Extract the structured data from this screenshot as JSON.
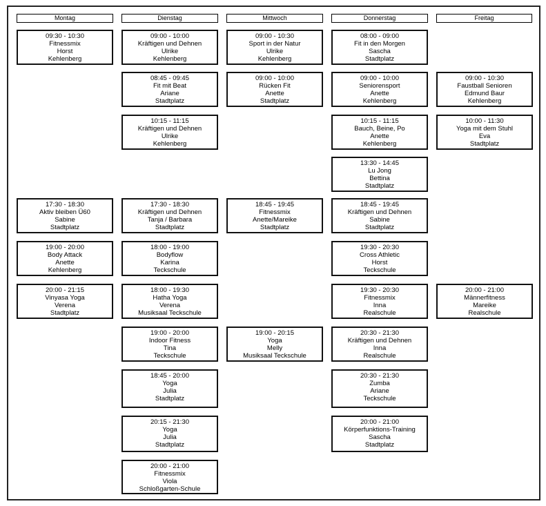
{
  "days": [
    "Montag",
    "Dienstag",
    "Mittwoch",
    "Donnerstag",
    "Freitag"
  ],
  "courses": {
    "mon_1": {
      "time": "09:30 - 10:30",
      "name": "Fitnessmix",
      "trainer": "Horst",
      "place": "Kehlenberg"
    },
    "mon_2": {
      "time": "17:30 - 18:30",
      "name": "Aktiv bleiben Ü60",
      "trainer": "Sabine",
      "place": "Stadtplatz"
    },
    "mon_3": {
      "time": "19:00 - 20:00",
      "name": "Body Attack",
      "trainer": "Anette",
      "place": "Kehlenberg"
    },
    "mon_4": {
      "time": "20:00 - 21:15",
      "name": "Vinyasa Yoga",
      "trainer": "Verena",
      "place": "Stadtplatz"
    },
    "tue_1": {
      "time": "09:00 - 10:00",
      "name": "Kräftigen und Dehnen",
      "trainer": "Ulrike",
      "place": "Kehlenberg"
    },
    "tue_2": {
      "time": "08:45 - 09:45",
      "name": "Fit mit Beat",
      "trainer": "Ariane",
      "place": "Stadtplatz"
    },
    "tue_3": {
      "time": "10:15 - 11:15",
      "name": "Kräftigen und Dehnen",
      "trainer": "Ulrike",
      "place": "Kehlenberg"
    },
    "tue_4": {
      "time": "17:30 - 18:30",
      "name": "Kräftigen und Dehnen",
      "trainer": "Tanja / Barbara",
      "place": "Stadtplatz"
    },
    "tue_5": {
      "time": "18:00 - 19:00",
      "name": "Bodyflow",
      "trainer": "Karina",
      "place": "Teckschule"
    },
    "tue_6": {
      "time": "18:00 - 19:30",
      "name": "Hatha Yoga",
      "trainer": "Verena",
      "place": "Musiksaal Teckschule"
    },
    "tue_7": {
      "time": "19:00 - 20:00",
      "name": "Indoor Fitness",
      "trainer": "Tina",
      "place": "Teckschule"
    },
    "tue_8": {
      "time": "18:45 - 20:00",
      "name": "Yoga",
      "trainer": "Julia",
      "place": "Stadtplatz"
    },
    "tue_9": {
      "time": "20:15 - 21:30",
      "name": "Yoga",
      "trainer": "Julia",
      "place": "Stadtplatz"
    },
    "tue_10": {
      "time": "20:00 - 21:00",
      "name": "Fitnessmix",
      "trainer": "Viola",
      "place": "Schloßgarten-Schule"
    },
    "wed_1": {
      "time": "09:00 - 10:30",
      "name": "Sport in der Natur",
      "trainer": "Ulrike",
      "place": "Kehlenberg"
    },
    "wed_2": {
      "time": "09:00 - 10:00",
      "name": "Rücken Fit",
      "trainer": "Anette",
      "place": "Stadtplatz"
    },
    "wed_3": {
      "time": "18:45 - 19:45",
      "name": "Fitnessmix",
      "trainer": "Anette/Mareike",
      "place": "Stadtplatz"
    },
    "wed_4": {
      "time": "19:00 - 20:15",
      "name": "Yoga",
      "trainer": "Melly",
      "place": "Musiksaal Teckschule"
    },
    "thu_1": {
      "time": "08:00 - 09:00",
      "name": "Fit in den Morgen",
      "trainer": "Sascha",
      "place": "Stadtplatz"
    },
    "thu_2": {
      "time": "09:00 - 10:00",
      "name": "Seniorensport",
      "trainer": "Anette",
      "place": "Kehlenberg"
    },
    "thu_3": {
      "time": "10:15 - 11:15",
      "name": "Bauch, Beine, Po",
      "trainer": "Anette",
      "place": "Kehlenberg"
    },
    "thu_4": {
      "time": "13:30 - 14:45",
      "name": "Lu Jong",
      "trainer": "Bettina",
      "place": "Stadtplatz"
    },
    "thu_5": {
      "time": "18:45 - 19:45",
      "name": "Kräftigen und Dehnen",
      "trainer": "Sabine",
      "place": "Stadtplatz"
    },
    "thu_6": {
      "time": "19:30 - 20:30",
      "name": "Cross Athletic",
      "trainer": "Horst",
      "place": "Teckschule"
    },
    "thu_7": {
      "time": "19:30 - 20:30",
      "name": "Fitnessmix",
      "trainer": "Inna",
      "place": "Realschule"
    },
    "thu_8": {
      "time": "20:30 - 21:30",
      "name": "Kräftigen und Dehnen",
      "trainer": "Inna",
      "place": "Realschule"
    },
    "thu_9": {
      "time": "20:30 - 21:30",
      "name": "Zumba",
      "trainer": "Ariane",
      "place": "Teckschule"
    },
    "thu_10": {
      "time": "20:00 - 21:00",
      "name": "Körperfunktions-Training",
      "trainer": "Sascha",
      "place": "Stadtplatz"
    },
    "fri_1": {
      "time": "09:00 - 10:30",
      "name": "Faustball Senioren",
      "trainer": "Edmund Baur",
      "place": "Kehlenberg"
    },
    "fri_2": {
      "time": "10:00 - 11:30",
      "name": "Yoga mit dem Stuhl",
      "trainer": "Eva",
      "place": "Stadtplatz"
    },
    "fri_3": {
      "time": "20:00 - 21:00",
      "name": "Männerfitness",
      "trainer": "Mareike",
      "place": "Realschule"
    }
  }
}
